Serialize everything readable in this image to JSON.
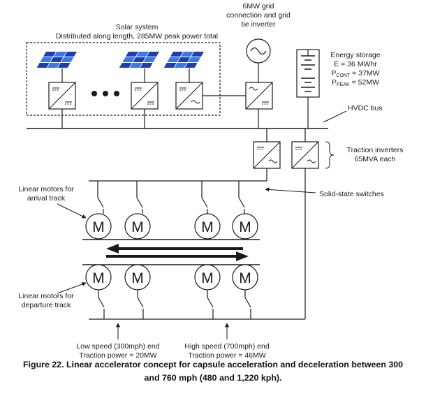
{
  "labels": {
    "solar_title": "Solar system",
    "solar_subtitle": "Distributed along length, 285MW peak power total",
    "grid_line1": "6MW grid",
    "grid_line2": "connection and grid",
    "grid_line3": "tie inverter",
    "storage_title": "Energy storage",
    "storage_energy": "E = 36 MWhr",
    "storage_pcont_main": "P",
    "storage_pcont_sub": "CONT",
    "storage_pcont_val": " = 37MW",
    "storage_ppeak_main": "P",
    "storage_ppeak_sub": "PEAK",
    "storage_ppeak_val": " = 52MW",
    "hvdc_bus": "HVDC bus",
    "traction_line1": "Traction inverters",
    "traction_line2": "65MVA each",
    "solid_state": "Solid-state switches",
    "arrival_line1": "Linear motors for",
    "arrival_line2": "arrival track",
    "departure_line1": "Linear motors for",
    "departure_line2": "departure track",
    "low_speed_line1": "Low speed (300mph) end",
    "low_speed_line2": "Traction power = 20MW",
    "high_speed_line1": "High speed (700mph) end",
    "high_speed_line2": "Traction power = 46MW",
    "motor_letter": "M"
  },
  "caption": {
    "line1": "Figure 22. Linear accelerator concept for capsule acceleration and deceleration between 300",
    "line2": "and 760 mph (480 and 1,220 kph)."
  },
  "colors": {
    "panel_dark": "#1f3fa8",
    "panel_light": "#3a78e8",
    "line": "#1a1a1a"
  }
}
